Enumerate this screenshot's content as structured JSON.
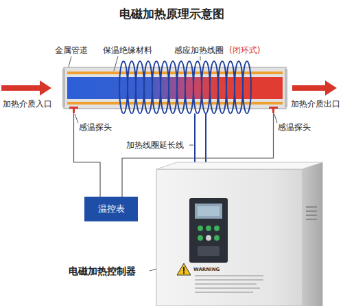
{
  "diagram": {
    "title": "电磁加热原理示意图",
    "nodes": [
      {
        "text": [
          "温控表"
        ]
      }
    ],
    "labels": [
      "金属管道",
      "保温绝缘材料",
      "感应加热线圈",
      "(闭环式)",
      "加热介质入口",
      "加热介质出口",
      "感温探头",
      "感温探头",
      "加热线圈延长线",
      "电磁加热控制器",
      "WARNING"
    ]
  }
}
